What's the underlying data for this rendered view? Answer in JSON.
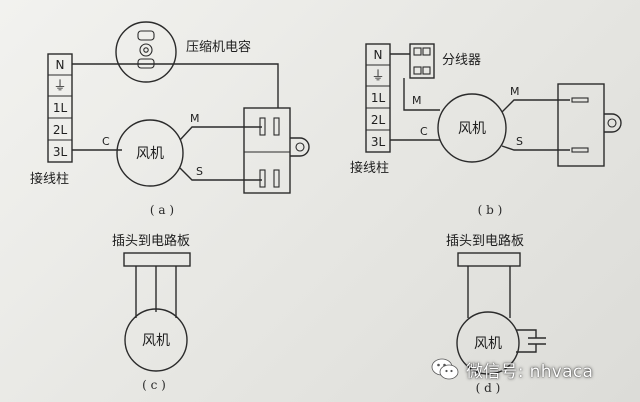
{
  "diagram": {
    "a": {
      "caption": "( a )",
      "terminals": [
        "N",
        "⏚",
        "1L",
        "2L",
        "3L"
      ],
      "terminal_label": "接线柱",
      "capacitor_label": "压缩机电容",
      "fan_label": "风机",
      "wire_c": "C",
      "wire_m": "M",
      "wire_s": "S"
    },
    "b": {
      "caption": "( b )",
      "terminals": [
        "N",
        "⏚",
        "1L",
        "2L",
        "3L"
      ],
      "terminal_label": "接线柱",
      "splitter_label": "分线器",
      "fan_label": "风机",
      "wire_c": "C",
      "wire_m": "M",
      "wire_s": "S"
    },
    "c": {
      "caption": "( c )",
      "plug_label": "插头到电路板",
      "fan_label": "风机"
    },
    "d": {
      "caption": "( d )",
      "plug_label": "插头到电路板",
      "fan_label": "风机"
    }
  },
  "watermark": {
    "text": "微信号: nhvaca",
    "icon": "wechat-icon"
  }
}
